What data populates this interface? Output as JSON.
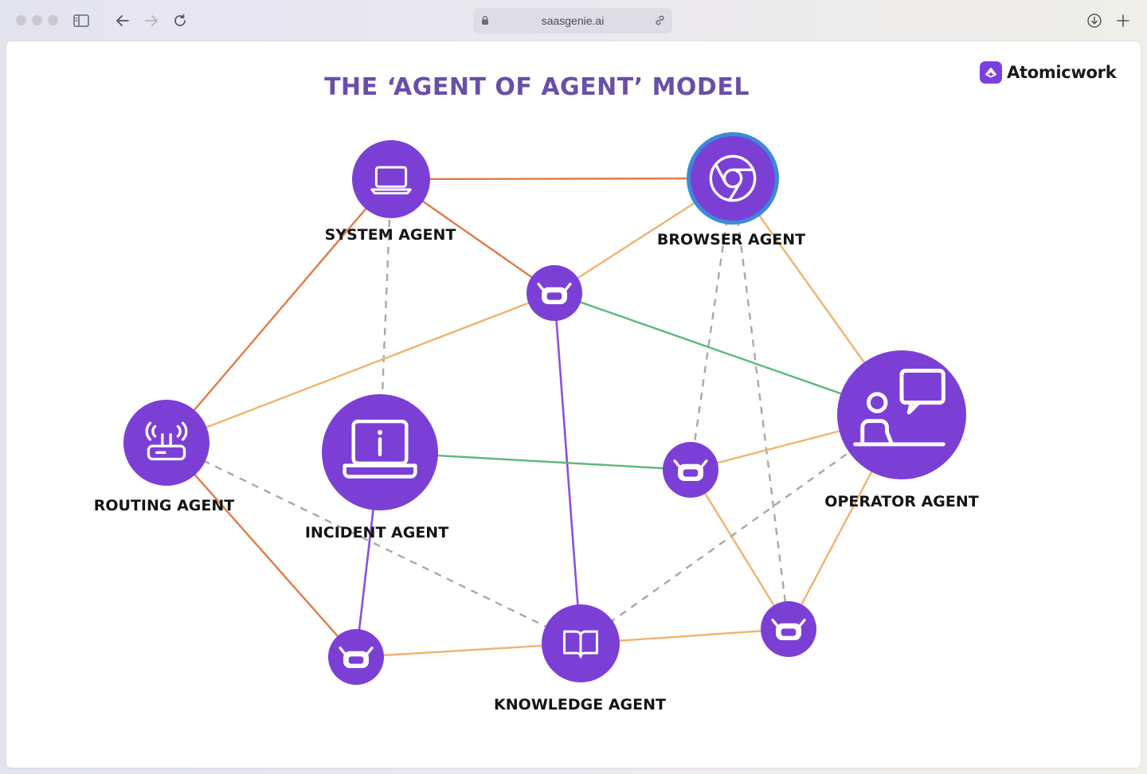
{
  "browser": {
    "url": "saasgenie.ai",
    "icons": [
      "sidebar-icon",
      "back-arrow-icon",
      "forward-arrow-icon",
      "reload-icon",
      "lock-icon",
      "link-icon",
      "download-icon",
      "new-tab-icon"
    ]
  },
  "page": {
    "title": "THE ‘AGENT OF AGENT’ MODEL",
    "brand": {
      "name": "Atomicwork",
      "color": "#7b3fe0"
    }
  },
  "diagram": {
    "colors": {
      "node_fill": "#7c3fd6",
      "browser_ring": "#3b8ad9",
      "edge_orange_dark": "#e07b45",
      "edge_orange_light": "#f0b36e",
      "edge_green": "#5cb87a",
      "edge_purple": "#8a4fe0",
      "edge_dashed": "#a8a8a8"
    },
    "agents": [
      {
        "id": "system",
        "label": "SYSTEM AGENT",
        "icon": "laptop-icon"
      },
      {
        "id": "browser",
        "label": "BROWSER AGENT",
        "icon": "chrome-icon"
      },
      {
        "id": "routing",
        "label": "ROUTING AGENT",
        "icon": "router-icon"
      },
      {
        "id": "incident",
        "label": "INCIDENT AGENT",
        "icon": "laptop-info-icon"
      },
      {
        "id": "operator",
        "label": "OPERATOR AGENT",
        "icon": "operator-chat-icon"
      },
      {
        "id": "knowledge",
        "label": "KNOWLEDGE AGENT",
        "icon": "book-icon"
      }
    ],
    "bots": [
      "bot-top",
      "bot-middle-right",
      "bot-bottom-left",
      "bot-bottom-right"
    ],
    "edges": [
      {
        "from": "system",
        "to": "browser",
        "style": "orange_dark"
      },
      {
        "from": "system",
        "to": "bot-top",
        "style": "orange_dark"
      },
      {
        "from": "system",
        "to": "routing",
        "style": "orange_dark"
      },
      {
        "from": "system",
        "to": "incident",
        "style": "dashed"
      },
      {
        "from": "browser",
        "to": "bot-top",
        "style": "orange_light"
      },
      {
        "from": "browser",
        "to": "operator",
        "style": "orange_light"
      },
      {
        "from": "browser",
        "to": "bot-middle-right",
        "style": "dashed"
      },
      {
        "from": "browser",
        "to": "bot-bottom-right",
        "style": "dashed"
      },
      {
        "from": "bot-top",
        "to": "routing",
        "style": "orange_light"
      },
      {
        "from": "bot-top",
        "to": "operator",
        "style": "green"
      },
      {
        "from": "bot-top",
        "to": "knowledge",
        "style": "purple"
      },
      {
        "from": "routing",
        "to": "knowledge",
        "style": "dashed"
      },
      {
        "from": "routing",
        "to": "bot-bottom-left",
        "style": "orange_dark"
      },
      {
        "from": "incident",
        "to": "bot-middle-right",
        "style": "green"
      },
      {
        "from": "incident",
        "to": "bot-bottom-left",
        "style": "purple"
      },
      {
        "from": "bot-middle-right",
        "to": "operator",
        "style": "orange_light"
      },
      {
        "from": "bot-middle-right",
        "to": "bot-bottom-right",
        "style": "orange_light"
      },
      {
        "from": "operator",
        "to": "knowledge",
        "style": "dashed"
      },
      {
        "from": "operator",
        "to": "bot-bottom-right",
        "style": "orange_light"
      },
      {
        "from": "bot-bottom-left",
        "to": "knowledge",
        "style": "orange_light"
      },
      {
        "from": "knowledge",
        "to": "bot-bottom-right",
        "style": "orange_light"
      }
    ]
  }
}
